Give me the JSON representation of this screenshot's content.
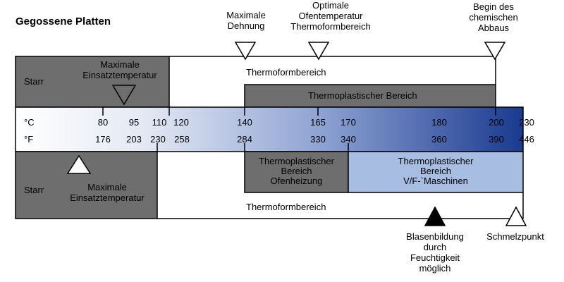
{
  "title": "Gegossene Platten",
  "top": {
    "markers": [
      {
        "label": "Maximale\nDehnung",
        "celsius": 140
      },
      {
        "label": "Optimale\nOfentemperatur\nThermoformbereich",
        "celsius": 165
      },
      {
        "label": "Begin des\nchemischen\nAbbaus",
        "celsius": 200
      }
    ],
    "thermoform_label": "Thermoformbereich",
    "rigid_label": "Starr",
    "max_use_temp_label": "Maximale\nEinsatztemperatur",
    "thermoplastic_label": "Thermoplastischer Bereich"
  },
  "scale": {
    "unit_c": "°C",
    "unit_f": "°F",
    "celsius_ticks": [
      "80",
      "95",
      "110",
      "120",
      "140",
      "165",
      "170",
      "180",
      "200",
      "230"
    ],
    "fahrenheit_ticks": [
      "176",
      "203",
      "230",
      "258",
      "284",
      "330",
      "340",
      "360",
      "390",
      "446"
    ],
    "gradient_start": "#ffffff",
    "gradient_end": "#1a3a8f"
  },
  "bottom": {
    "rigid_label": "Starr",
    "max_use_temp_label": "Maximale\nEinsatztemperatur",
    "oven_label": "Thermoplastischer\nBereich\nOfenheizung",
    "machine_label": "Thermoplastischer\nBereich\nV/F-`Maschinen",
    "thermoform_label": "Thermoformbereich",
    "blister_label": "Blasenbildung\ndurch\nFeuchtigkeit\nmöglich",
    "melting_label": "Schmelzpunkt"
  },
  "colors": {
    "dark_gray": "#6e6e6e",
    "light_blue": "#a8bde2",
    "outline": "#000000"
  }
}
